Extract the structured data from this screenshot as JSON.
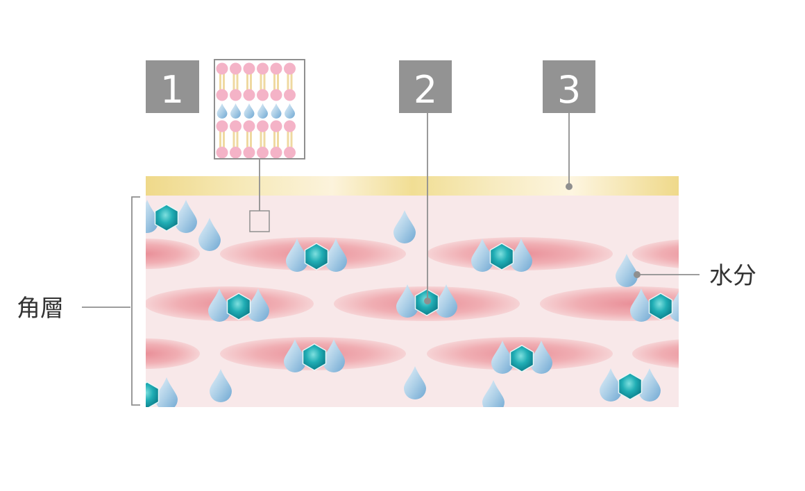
{
  "markers": [
    {
      "number": "1",
      "box_color": "#939393",
      "text_color": "#ffffff"
    },
    {
      "number": "2",
      "box_color": "#939393",
      "text_color": "#ffffff"
    },
    {
      "number": "3",
      "box_color": "#939393",
      "text_color": "#ffffff"
    }
  ],
  "labels": {
    "water": "水分",
    "stratum_corneum": "角層"
  },
  "colors": {
    "lipid_band": "#f0dd8e",
    "lipid_band_highlight": "#fdf6e3",
    "layer_background": "#f8e8e9",
    "cell": "#eea3a8",
    "hexagon": "#1fa7b0",
    "droplet": "#9bc6e2",
    "leader_line": "#8f8f8f"
  }
}
